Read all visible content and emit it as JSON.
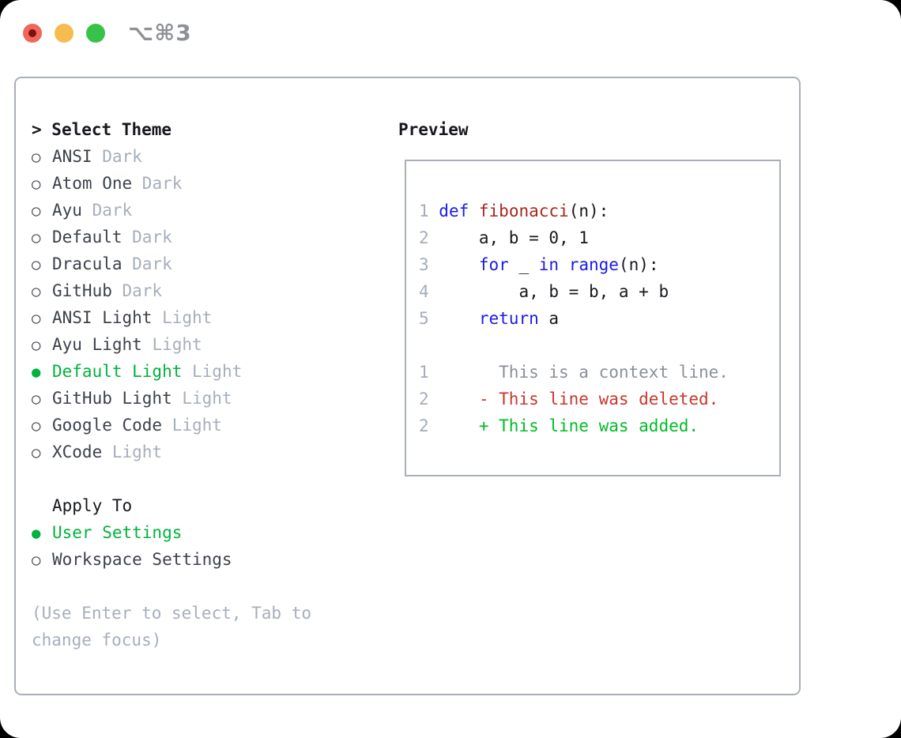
{
  "colors": {
    "selected-green": "#00b33c",
    "keyword-blue": "#1a1ae8",
    "function-red": "#a7281f",
    "plain-dark": "#16181d",
    "item-dark": "#3c414b",
    "muted-gray": "#a6aebc",
    "line-number-gray": "#a4acba",
    "context-gray": "#8a9099",
    "deleted-red": "#c8382b",
    "added-green": "#00bd26",
    "border-gray": "#a9afba",
    "traffic-red": "#f0665c",
    "traffic-red-dot": "#7d120b",
    "traffic-yellow": "#f5bd4f",
    "traffic-green": "#37c349",
    "title-gray": "#8d9095"
  },
  "window": {
    "title": "⌥⌘3",
    "traffic_lights": [
      "close",
      "minimize",
      "zoom"
    ]
  },
  "theme_list": {
    "header_prefix": ">",
    "header": "Select Theme",
    "items": [
      {
        "label": "ANSI",
        "variant": "Dark",
        "selected": false
      },
      {
        "label": "Atom One",
        "variant": "Dark",
        "selected": false
      },
      {
        "label": "Ayu",
        "variant": "Dark",
        "selected": false
      },
      {
        "label": "Default",
        "variant": "Dark",
        "selected": false
      },
      {
        "label": "Dracula",
        "variant": "Dark",
        "selected": false
      },
      {
        "label": "GitHub",
        "variant": "Dark",
        "selected": false
      },
      {
        "label": "ANSI Light",
        "variant": "Light",
        "selected": false
      },
      {
        "label": "Ayu Light",
        "variant": "Light",
        "selected": false
      },
      {
        "label": "Default Light",
        "variant": "Light",
        "selected": true
      },
      {
        "label": "GitHub Light",
        "variant": "Light",
        "selected": false
      },
      {
        "label": "Google Code",
        "variant": "Light",
        "selected": false
      },
      {
        "label": "XCode",
        "variant": "Light",
        "selected": false
      }
    ]
  },
  "apply_to": {
    "header": "Apply To",
    "options": [
      {
        "label": "User Settings",
        "selected": true
      },
      {
        "label": "Workspace Settings",
        "selected": false
      }
    ]
  },
  "hint_lines": [
    "(Use Enter to select, Tab to",
    "change focus)"
  ],
  "preview": {
    "header": "Preview",
    "code_lines": [
      {
        "num": "1",
        "tokens": [
          {
            "t": "def",
            "c": "kw"
          },
          {
            "t": " ",
            "c": "pl"
          },
          {
            "t": "fibonacci",
            "c": "fn"
          },
          {
            "t": "(n):",
            "c": "pl"
          }
        ]
      },
      {
        "num": "2",
        "tokens": [
          {
            "t": "    a, b = 0, 1",
            "c": "pl"
          }
        ]
      },
      {
        "num": "3",
        "tokens": [
          {
            "t": "    ",
            "c": "pl"
          },
          {
            "t": "for",
            "c": "kw"
          },
          {
            "t": " _ ",
            "c": "pl"
          },
          {
            "t": "in",
            "c": "kw"
          },
          {
            "t": " ",
            "c": "pl"
          },
          {
            "t": "range",
            "c": "kw"
          },
          {
            "t": "(n):",
            "c": "pl"
          }
        ]
      },
      {
        "num": "4",
        "tokens": [
          {
            "t": "        a, b = b, a + b",
            "c": "pl"
          }
        ]
      },
      {
        "num": "5",
        "tokens": [
          {
            "t": "    ",
            "c": "pl"
          },
          {
            "t": "return",
            "c": "kw"
          },
          {
            "t": " a",
            "c": "pl"
          }
        ]
      }
    ],
    "diff_lines": [
      {
        "num": "1",
        "tokens": [
          {
            "t": "      This is a context line.",
            "c": "ctx"
          }
        ]
      },
      {
        "num": "2",
        "tokens": [
          {
            "t": "    - This line was deleted.",
            "c": "del"
          }
        ]
      },
      {
        "num": "2",
        "tokens": [
          {
            "t": "    + This line was added.",
            "c": "add"
          }
        ]
      }
    ]
  }
}
